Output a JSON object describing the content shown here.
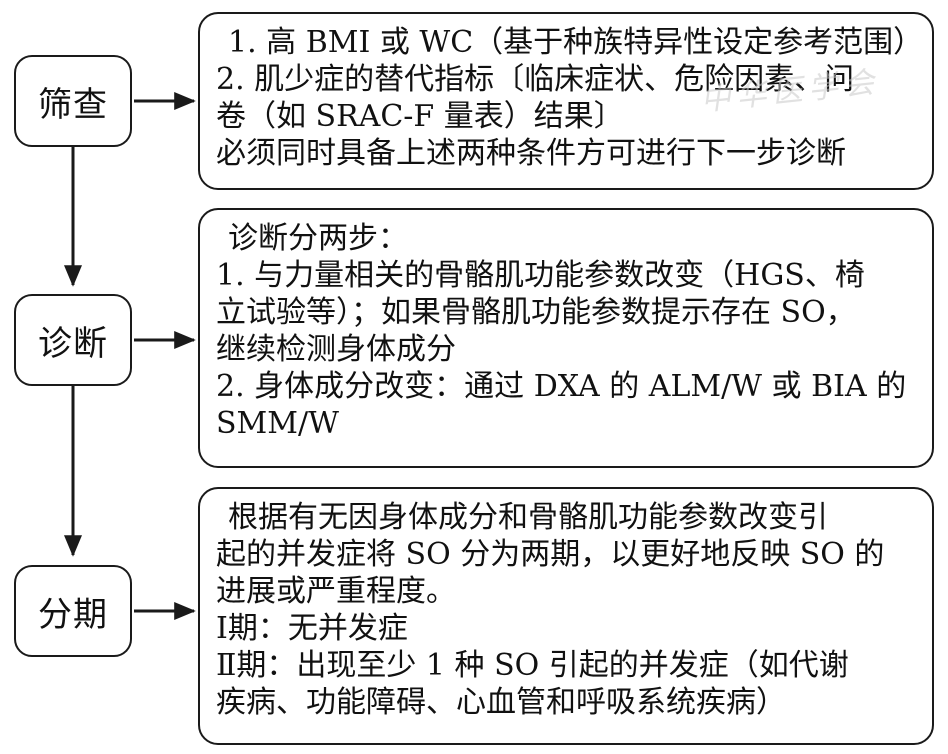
{
  "steps": [
    {
      "label": "筛查"
    },
    {
      "label": "诊断"
    },
    {
      "label": "分期"
    }
  ],
  "panels": {
    "screening": [
      "1. 高 BMI 或 WC（基于种族特异性设定参考范围）",
      "2. 肌少症的替代指标〔临床症状、危险因素、问",
      "卷（如 SRAC-F 量表）结果〕",
      "必须同时具备上述两种条件方可进行下一步诊断"
    ],
    "diagnosis": [
      "诊断分两步：",
      "1. 与力量相关的骨骼肌功能参数改变（HGS、椅",
      "立试验等）；如果骨骼肌功能参数提示存在 SO，",
      "继续检测身体成分",
      "2. 身体成分改变：通过 DXA 的 ALM/W 或 BIA 的",
      "SMM/W"
    ],
    "staging": [
      "根据有无因身体成分和骨骼肌功能参数改变引",
      "起的并发症将 SO 分为两期，以更好地反映 SO 的",
      "进展或严重程度。",
      "Ⅰ期：无并发症",
      "Ⅱ期：出现至少 1 种 SO 引起的并发症（如代谢",
      "疾病、功能障碍、心血管和呼吸系统疾病）"
    ]
  },
  "watermark": "中华医学会",
  "colors": {
    "stroke": "#1a1a1a",
    "background": "#ffffff"
  }
}
